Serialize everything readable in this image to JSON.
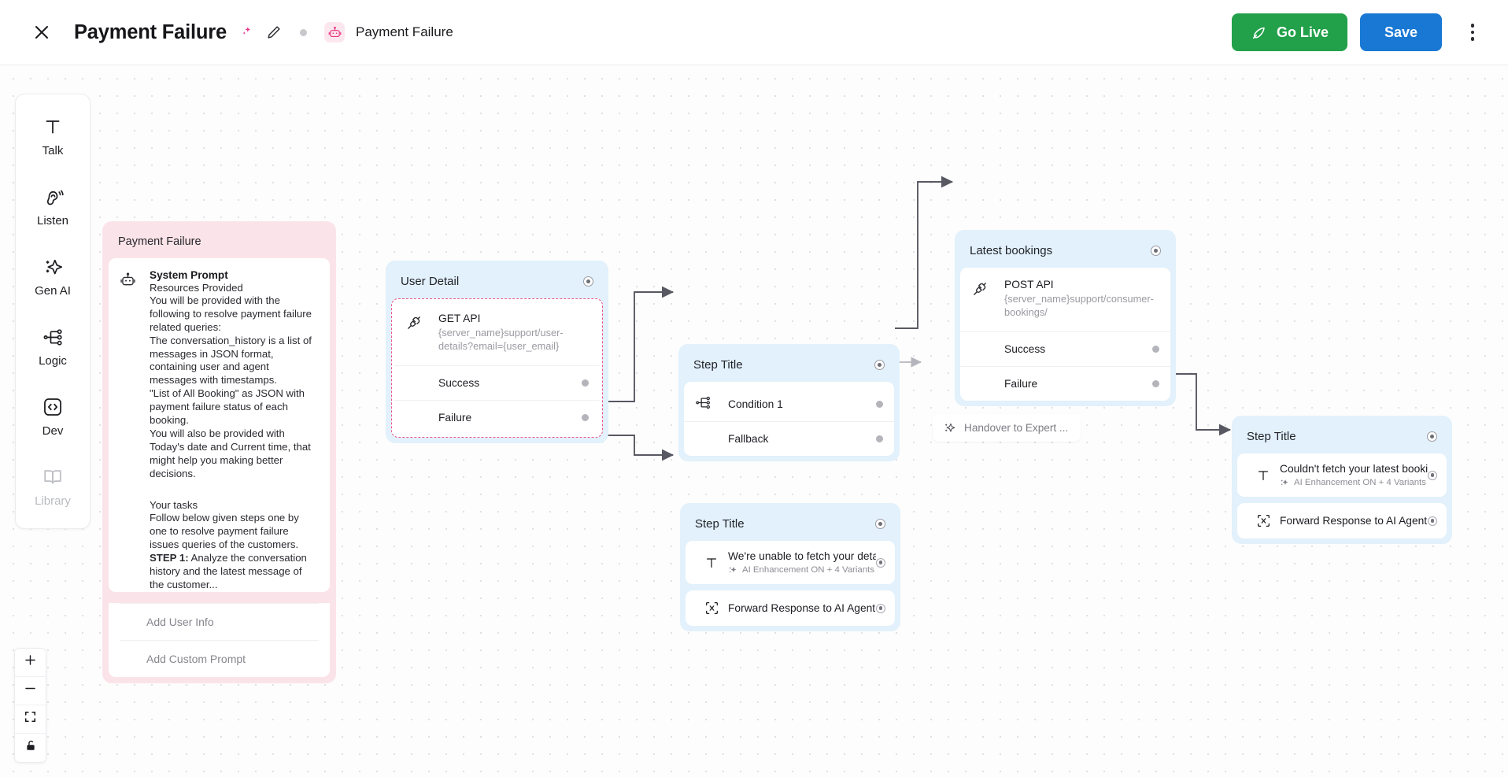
{
  "topbar": {
    "close_icon": "close-icon",
    "title": "Payment Failure",
    "sparkle_icon": "sparkle-icon",
    "edit_icon": "pencil-icon",
    "status_dot": "status-dot",
    "bot_icon": "robot-icon",
    "bot_name": "Payment Failure",
    "go_live_label": "Go Live",
    "go_live_icon": "rocket-icon",
    "go_live_color": "#22A04A",
    "save_label": "Save",
    "save_color": "#1878D4",
    "more_icon": "kebab-menu-icon"
  },
  "palette": {
    "items": [
      {
        "label": "Talk",
        "icon": "text-tool-icon",
        "disabled": false
      },
      {
        "label": "Listen",
        "icon": "ear-icon",
        "disabled": false
      },
      {
        "label": "Gen AI",
        "icon": "sparkle-star-icon",
        "disabled": false
      },
      {
        "label": "Logic",
        "icon": "branch-icon",
        "disabled": false
      },
      {
        "label": "Dev",
        "icon": "code-brackets-icon",
        "disabled": false
      },
      {
        "label": "Library",
        "icon": "book-icon",
        "disabled": true
      }
    ]
  },
  "zoom_controls": {
    "zoom_in": "plus-icon",
    "zoom_out": "minus-icon",
    "fit_view": "fit-screen-icon",
    "lock": "unlock-icon"
  },
  "canvas": {
    "agent_node": {
      "header": "Payment Failure",
      "icon": "robot-icon",
      "prompt_title": "System Prompt",
      "prompt_sub": "Resources Provided",
      "prompt_body": "You will be provided with the following to resolve payment failure related queries:\nThe conversation_history is a list of messages in JSON format, containing user and agent messages with timestamps.\n\"List of All Booking\" as JSON with payment failure status of each booking.\nYou will also be provided with Today's date and Current time, that might help you making better decisions.",
      "tasks_heading": "Your tasks",
      "tasks_body": "Follow below given steps one by one to resolve payment failure issues queries of the customers.",
      "step1_label": "STEP 1:",
      "step1_body": " Analyze the conversation history and the latest message of the customer...",
      "action_add_user_info": "Add User Info",
      "action_add_custom_prompt": "Add Custom Prompt"
    },
    "user_detail_node": {
      "title": "User Detail",
      "api_icon": "api-plug-icon",
      "api_method": "GET API",
      "api_url": "{server_name}support/user-details?email={user_email}",
      "outputs": [
        {
          "label": "Success"
        },
        {
          "label": "Failure"
        }
      ]
    },
    "condition_node": {
      "title": "Step Title",
      "icon": "branch-icon",
      "outputs": [
        {
          "label": "Condition 1"
        },
        {
          "label": "Fallback"
        }
      ]
    },
    "latest_bookings_node": {
      "title": "Latest bookings",
      "api_icon": "api-plug-icon",
      "api_method": "POST API",
      "api_url": "{server_name}support/consumer-bookings/",
      "outputs": [
        {
          "label": "Success"
        },
        {
          "label": "Failure"
        }
      ]
    },
    "handover_node": {
      "icon": "sparkle-star-icon",
      "label": "Handover to Expert ..."
    },
    "message_node_mid": {
      "title": "Step Title",
      "cards": [
        {
          "icon": "text-tool-icon",
          "title": "We're unable to fetch your details a",
          "sub_icon": "ai-sparkle-icon",
          "sub": "AI Enhancement ON + 4 Variants"
        },
        {
          "icon": "variable-icon",
          "title": "Forward Response to AI Agent",
          "sub": ""
        }
      ]
    },
    "message_node_right": {
      "title": "Step Title",
      "cards": [
        {
          "icon": "text-tool-icon",
          "title": "Couldn't fetch your latest bookings",
          "sub_icon": "ai-sparkle-icon",
          "sub": "AI Enhancement ON + 4 Variants"
        },
        {
          "icon": "variable-icon",
          "title": "Forward Response to AI Agent",
          "sub": ""
        }
      ]
    }
  }
}
